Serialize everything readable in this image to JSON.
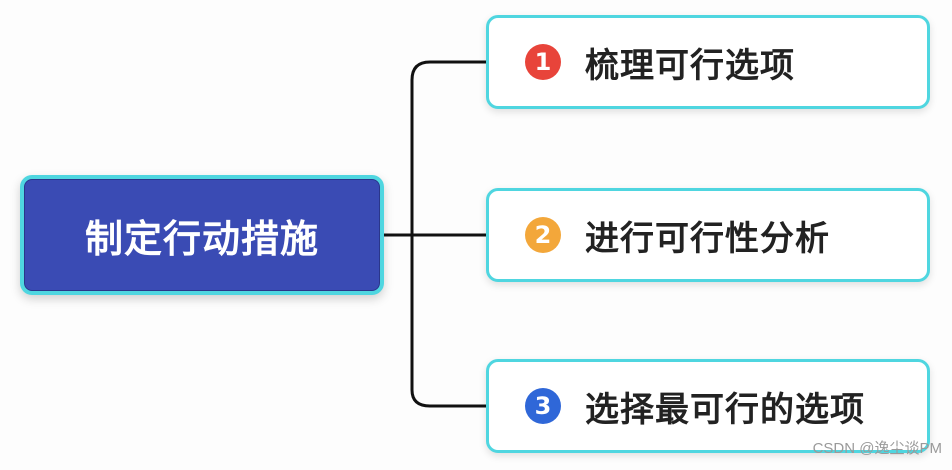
{
  "diagram": {
    "type": "mind-map",
    "root": {
      "label": "制定行动措施"
    },
    "children": [
      {
        "number": "1",
        "label": "梳理可行选项",
        "color": "#e8443a"
      },
      {
        "number": "2",
        "label": "进行可行性分析",
        "color": "#f3a73a"
      },
      {
        "number": "3",
        "label": "选择最可行的选项",
        "color": "#2f67d8"
      }
    ],
    "colors": {
      "root_fill": "#3a4bb4",
      "node_border": "#4fd6e0",
      "connector": "#111111"
    }
  },
  "watermark": "CSDN @逸尘谈PM"
}
